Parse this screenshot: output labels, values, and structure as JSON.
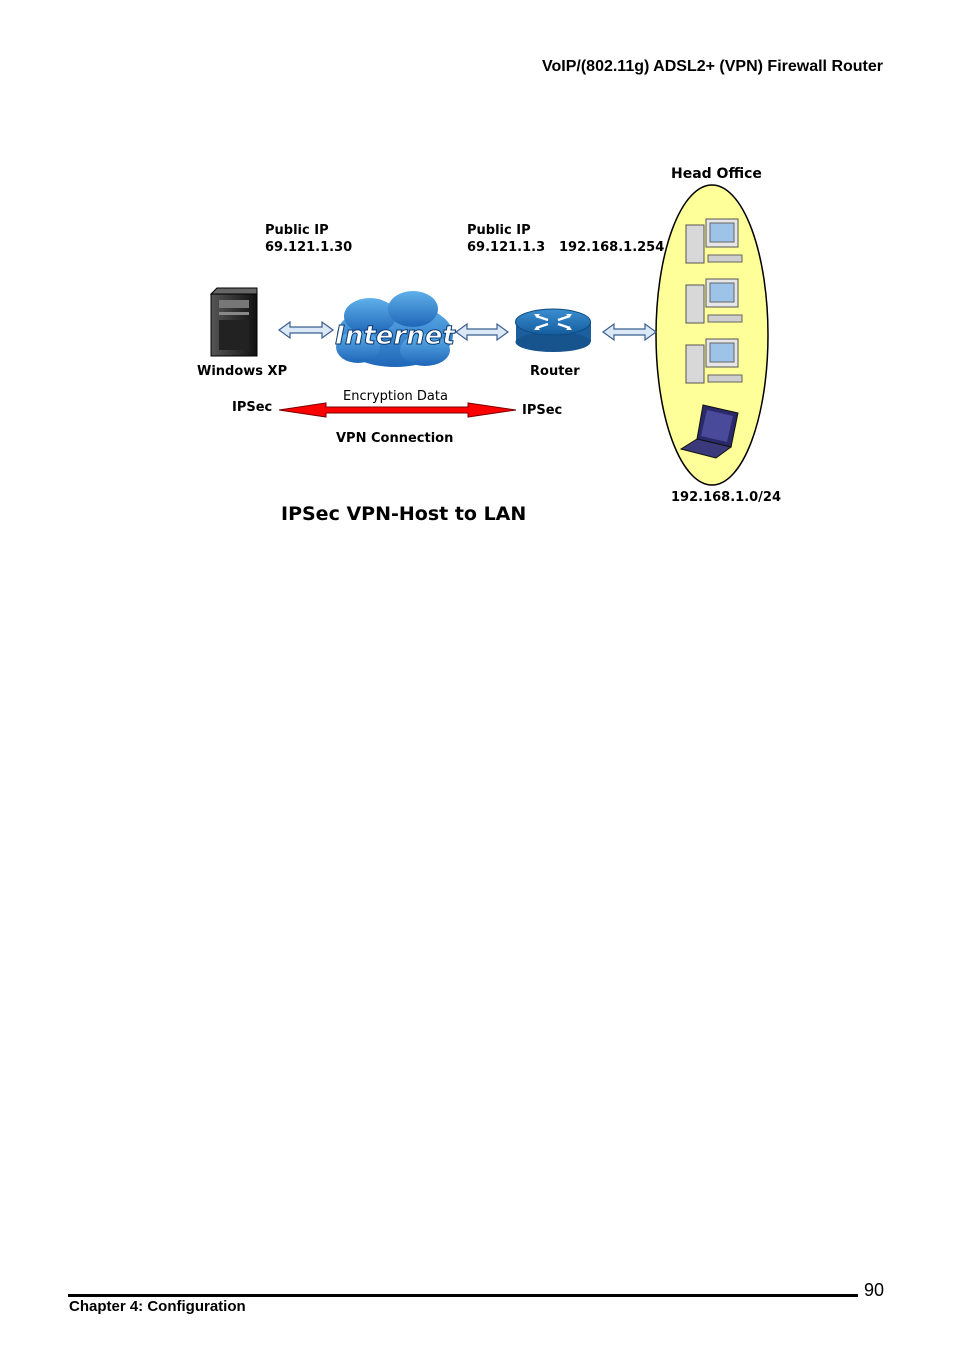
{
  "header": {
    "title": "VoIP/(802.11g) ADSL2+ (VPN) Firewall Router"
  },
  "diagram": {
    "head_office": "Head Office",
    "public_ip_left": {
      "label": "Public IP",
      "address": "69.121.1.30"
    },
    "public_ip_right": {
      "label": "Public IP",
      "address": "69.121.1.3"
    },
    "router_lan_ip": "192.168.1.254",
    "host_label": "Windows XP",
    "internet_label": "Internet",
    "router_label": "Router",
    "encryption_label": "Encryption Data",
    "ipsec_left": "IPSec",
    "ipsec_right": "IPSec",
    "vpn_connection": "VPN Connection",
    "lan_subnet": "192.168.1.0/24",
    "caption": "IPSec VPN-Host to LAN"
  },
  "footer": {
    "chapter": "Chapter 4: Configuration",
    "page_number": "90"
  }
}
